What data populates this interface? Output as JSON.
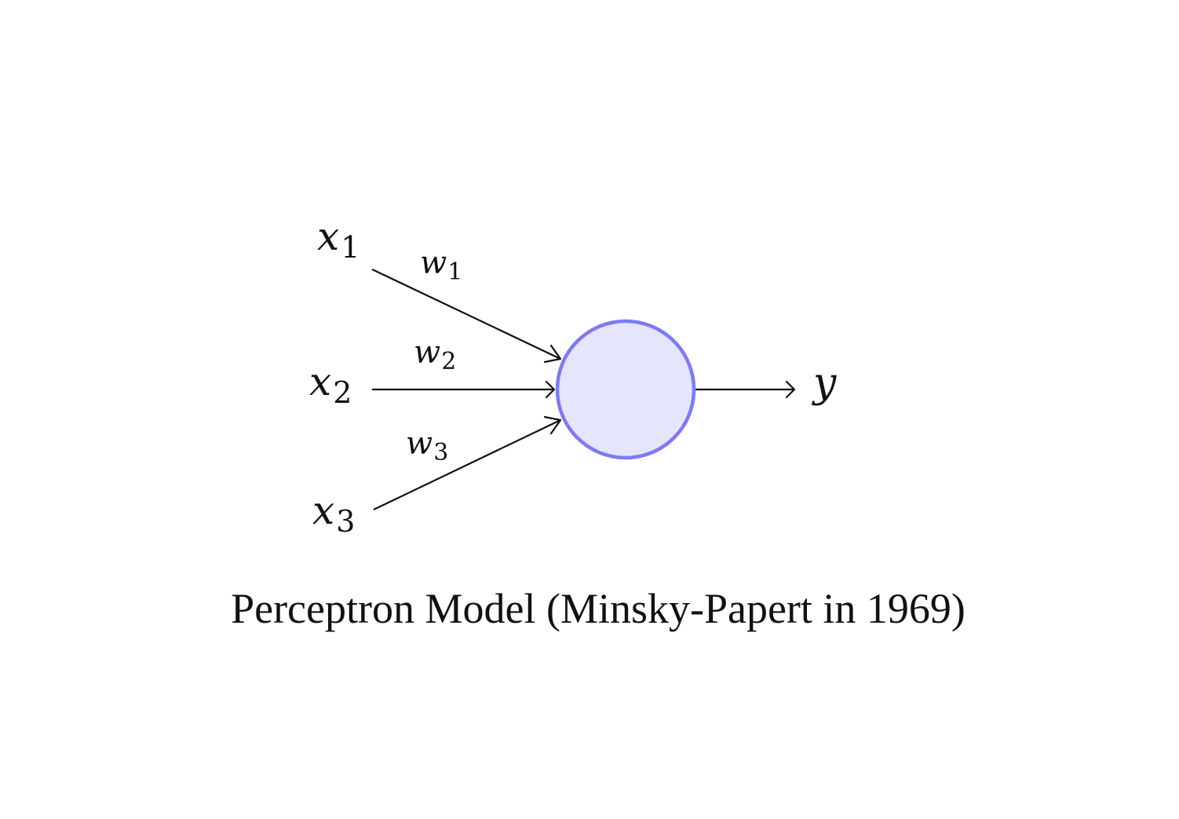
{
  "diagram": {
    "inputs": [
      {
        "symbol": "x",
        "subscript": "1"
      },
      {
        "symbol": "x",
        "subscript": "2"
      },
      {
        "symbol": "x",
        "subscript": "3"
      }
    ],
    "weights": [
      {
        "symbol": "w",
        "subscript": "1"
      },
      {
        "symbol": "w",
        "subscript": "2"
      },
      {
        "symbol": "w",
        "subscript": "3"
      }
    ],
    "output": {
      "symbol": "y"
    },
    "neuron": {
      "fill_color": "#e5e5fd",
      "stroke_color": "#7b7bf7"
    },
    "caption": "Perceptron Model (Minsky-Papert in 1969)"
  }
}
